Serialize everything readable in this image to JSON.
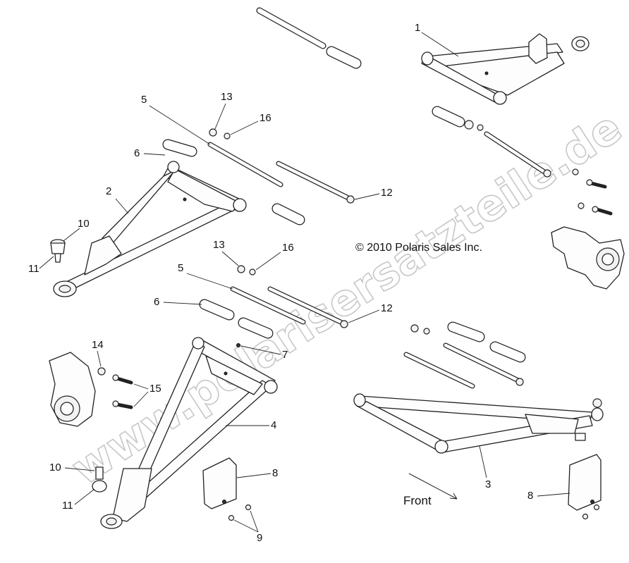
{
  "copyright": "© 2010 Polaris Sales Inc.",
  "front_label": "Front",
  "watermark": "www.polarisersatzteile.de",
  "callouts": {
    "c1": "1",
    "c2": "2",
    "c3": "3",
    "c4": "4",
    "c5a": "5",
    "c5b": "5",
    "c6a": "6",
    "c6b": "6",
    "c7": "7",
    "c8a": "8",
    "c8b": "8",
    "c9": "9",
    "c10a": "10",
    "c10b": "10",
    "c11a": "11",
    "c11b": "11",
    "c12a": "12",
    "c12b": "12",
    "c13a": "13",
    "c13b": "13",
    "c14": "14",
    "c15": "15",
    "c16a": "16",
    "c16b": "16"
  }
}
